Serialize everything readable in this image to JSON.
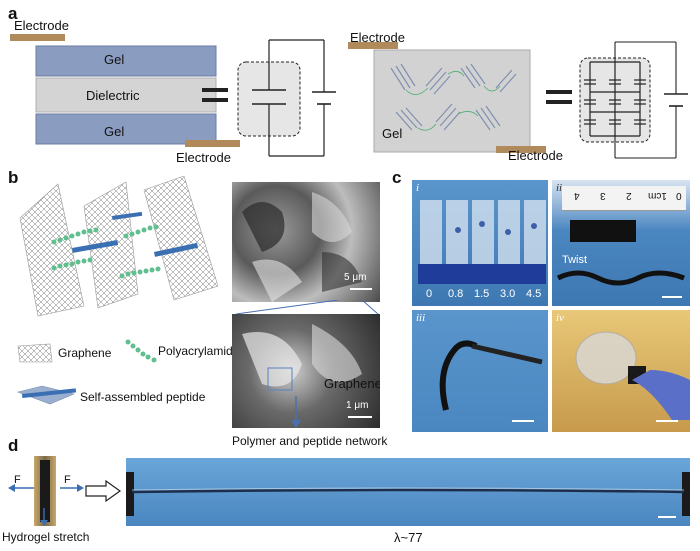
{
  "panel_a": {
    "label": "a",
    "left_diagram": {
      "electrode_top": "Electrode",
      "gel_top": "Gel",
      "dielectric": "Dielectric",
      "gel_bottom": "Gel",
      "electrode_bottom": "Electrode"
    },
    "right_diagram": {
      "electrode_top": "Electrode",
      "gel": "Gel",
      "electrode_bottom": "Electrode"
    }
  },
  "panel_b": {
    "label": "b",
    "legend": {
      "graphene": "Graphene",
      "polyacrylamide": "Polyacrylamide",
      "peptide": "Self-assembled peptide"
    },
    "sem_top_scale": "5 μm",
    "sem_bottom_label": "Graphene",
    "sem_bottom_scale": "1 μm",
    "caption": "Polymer and peptide network"
  },
  "panel_c": {
    "label": "c",
    "sub_i": {
      "numeral": "i",
      "vial_labels": [
        "0",
        "0.8",
        "1.5",
        "3.0",
        "4.5"
      ]
    },
    "sub_ii": {
      "numeral": "ii",
      "twist_label": "Twist",
      "ruler_ticks": [
        "4",
        "3",
        "2",
        "1cm",
        "0"
      ]
    },
    "sub_iii": {
      "numeral": "iii"
    },
    "sub_iv": {
      "numeral": "iv"
    }
  },
  "panel_d": {
    "label": "d",
    "force_left": "F",
    "force_right": "F",
    "stretch_caption": "Hydrogel stretch",
    "lambda": "λ~77"
  },
  "colors": {
    "gel_blue": "#8a9cc0",
    "dielectric_gray": "#d4d4d4",
    "electrode_brown": "#b08a5a",
    "graphene_green": "#5fbf8f",
    "peptide_blue": "#3a6fb4",
    "photo_blue_bg": "#4a86c0",
    "vial_blue": "#1f3c9a"
  }
}
